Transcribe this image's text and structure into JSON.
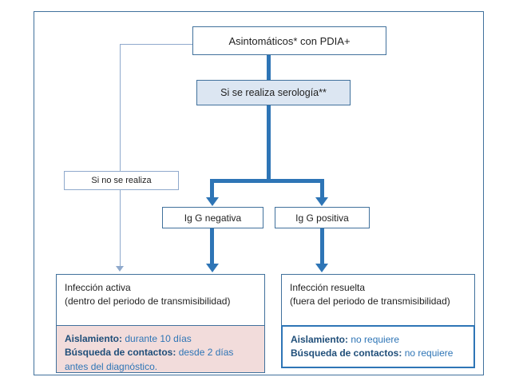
{
  "diagram": {
    "nodes": {
      "start": "Asintomáticos* con PDIA+",
      "serology": "Si se realiza serología**",
      "no_serology": "Si no se realiza",
      "igg_negative": "Ig G negativa",
      "igg_positive": "Ig G positiva"
    },
    "active": {
      "title": "Infección activa",
      "subtitle": "(dentro del periodo de transmisibilidad)",
      "isolation_label": "Aislamiento:",
      "isolation_value": "durante 10 días",
      "contacts_label": "Búsqueda de contactos:",
      "contacts_value": "desde 2 días antes del diagnóstico."
    },
    "resolved": {
      "title": "Infección resuelta",
      "subtitle": "(fuera del periodo de transmisibilidad)",
      "isolation_label": "Aislamiento:",
      "isolation_value": "no requiere",
      "contacts_label": "Búsqueda de contactos:",
      "contacts_value": "no requiere"
    },
    "colors": {
      "arrow": "#2E75B6",
      "border": "#41719C",
      "serology_fill": "#DCE6F2",
      "active_fill": "#F2DCDB",
      "label": "#1F4E79",
      "value": "#2E75B6",
      "thin_line": "#8FA9CC"
    }
  }
}
